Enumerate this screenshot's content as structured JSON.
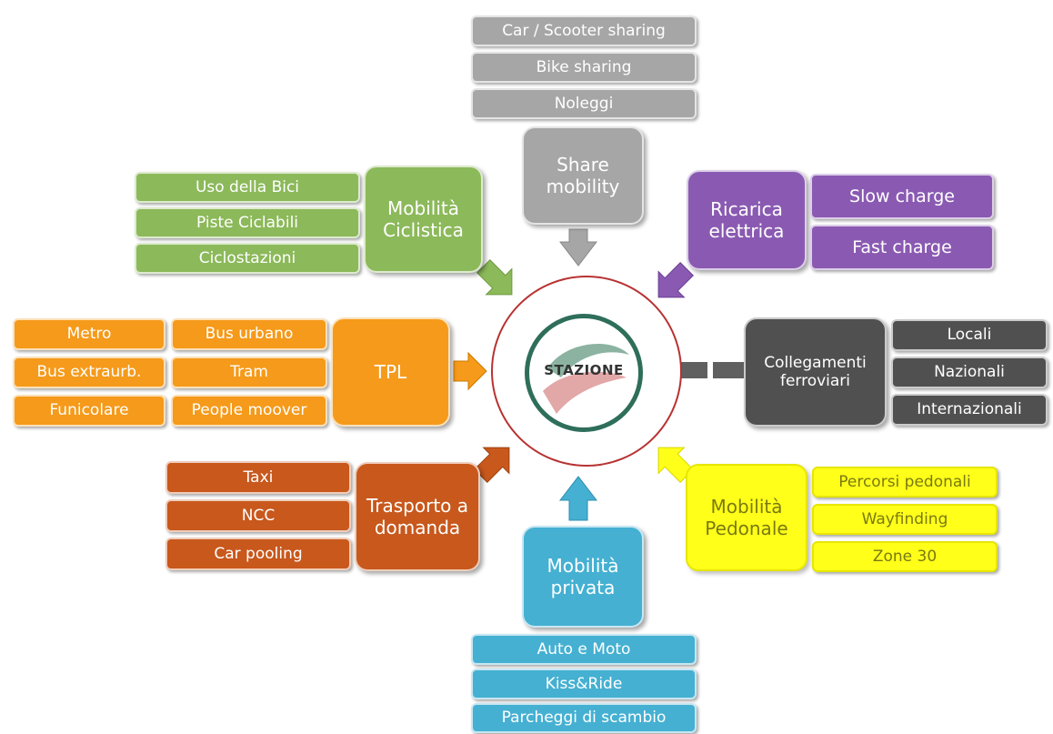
{
  "center": {
    "label": "STAZIONE"
  },
  "share": {
    "hub": "Share mobility",
    "items": [
      "Car / Scooter sharing",
      "Bike sharing",
      "Noleggi"
    ]
  },
  "ciclistica": {
    "hub": "Mobilità Ciclistica",
    "items": [
      "Uso della Bici",
      "Piste Ciclabili",
      "Ciclostazioni"
    ]
  },
  "ricarica": {
    "hub": "Ricarica elettrica",
    "items": [
      "Slow charge",
      "Fast charge"
    ]
  },
  "tpl": {
    "hub": "TPL",
    "col1": [
      "Metro",
      "Bus extraurb.",
      "Funicolare"
    ],
    "col2": [
      "Bus urbano",
      "Tram",
      "People moover"
    ]
  },
  "ferroviari": {
    "hub": "Collegamenti ferroviari",
    "items": [
      "Locali",
      "Nazionali",
      "Internazionali"
    ]
  },
  "domanda": {
    "hub": "Trasporto a domanda",
    "items": [
      "Taxi",
      "NCC",
      "Car pooling"
    ]
  },
  "pedonale": {
    "hub": "Mobilità Pedonale",
    "items": [
      "Percorsi pedonali",
      "Wayfinding",
      "Zone 30"
    ]
  },
  "privata": {
    "hub": "Mobilità privata",
    "items": [
      "Auto e Moto",
      "Kiss&Ride",
      "Parcheggi di scambio"
    ]
  },
  "colors": {
    "share": "#a6a6a6",
    "ciclistica": "#8cb95a",
    "ricarica": "#8a5ab2",
    "tpl": "#f59a1a",
    "ferroviari": "#505050",
    "domanda": "#c8581c",
    "pedonale": "#ffff1a",
    "privata": "#45b0d2",
    "ring": "#b83232",
    "logo_ring": "#2e6e5a"
  }
}
